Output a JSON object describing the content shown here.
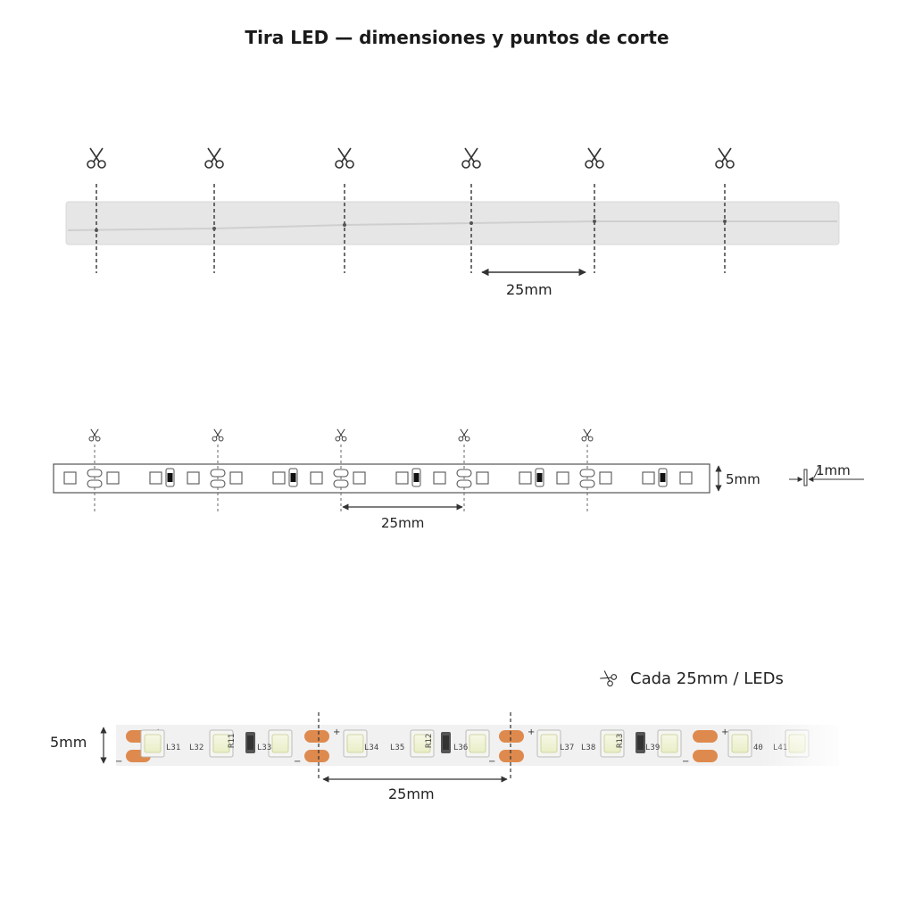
{
  "title": "Tira LED — dimensiones y puntos de corte",
  "section1": {
    "label_spacing": "25mm"
  },
  "section2": {
    "label_spacing": "25mm",
    "label_width": "5mm",
    "label_thickness": "1mm"
  },
  "section3": {
    "legend_text": "Cada 25mm / LEDs",
    "label_spacing": "25mm",
    "label_width": "5mm",
    "component_labels": [
      "L31",
      "L32",
      "R11",
      "L33",
      "L34",
      "L35",
      "R12",
      "L36",
      "L37",
      "L38",
      "R13",
      "L39",
      "40",
      "L41"
    ],
    "pad_signs": [
      "+",
      "−"
    ]
  },
  "icons": {
    "cut": "scissors-icon"
  }
}
